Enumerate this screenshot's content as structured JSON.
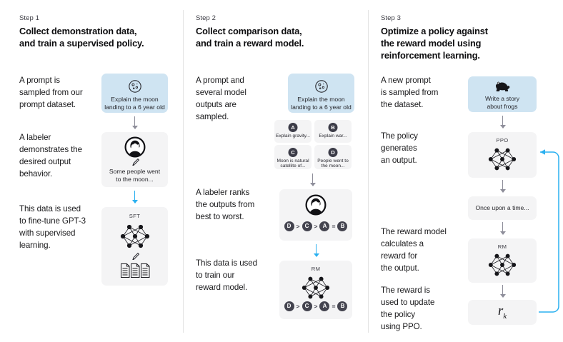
{
  "diagram": {
    "title": "RLHF three-step training diagram",
    "colors": {
      "prompt_card": "#cfe4f2",
      "neutral_card": "#f4f4f5",
      "gray_arrow": "#8e8e9a",
      "blue_arrow": "#2ab0f0",
      "divider": "#e3e3e3",
      "badge": "#3b3b47"
    }
  },
  "steps": [
    {
      "label": "Step 1",
      "title_line1": "Collect demonstration data,",
      "title_line2": "and train a supervised policy.",
      "paragraphs": [
        [
          "A prompt is",
          "sampled from our",
          "prompt dataset."
        ],
        [
          "A labeler",
          "demonstrates the",
          "desired output",
          "behavior."
        ],
        [
          "This data is used",
          "to fine-tune GPT-3",
          "with supervised",
          "learning."
        ]
      ],
      "cards": {
        "prompt": {
          "icon": "moon-icon",
          "caption_line1": "Explain the moon",
          "caption_line2": "landing to a 6 year old"
        },
        "demo": {
          "icon": "labeler-avatar-icon",
          "pencil": "pencil-icon",
          "caption_line1": "Some people went",
          "caption_line2": "to the moon..."
        },
        "sft": {
          "model_label": "SFT",
          "icon": "neural-network-icon",
          "pencil": "pencil-icon",
          "docs": "documents-icon"
        }
      }
    },
    {
      "label": "Step 2",
      "title_line1": "Collect comparison data,",
      "title_line2": "and train a reward model.",
      "paragraphs": [
        [
          "A prompt and",
          "several model",
          "outputs are",
          "sampled."
        ],
        [
          "A labeler ranks",
          "the outputs from",
          "best to worst."
        ],
        [
          "This data is used",
          "to train our",
          "reward model."
        ]
      ],
      "cards": {
        "prompt": {
          "icon": "moon-icon",
          "caption_line1": "Explain the moon",
          "caption_line2": "landing to a 6 year old"
        },
        "options": [
          {
            "badge": "A",
            "text_line1": "Explain gravity...",
            "text_line2": ""
          },
          {
            "badge": "B",
            "text_line1": "Explain war...",
            "text_line2": ""
          },
          {
            "badge": "C",
            "text_line1": "Moon is natural",
            "text_line2": "satellite of..."
          },
          {
            "badge": "D",
            "text_line1": "People went to",
            "text_line2": "the moon..."
          }
        ],
        "ranking": {
          "icon": "labeler-avatar-icon",
          "tokens": [
            "D",
            ">",
            "C",
            ">",
            "A",
            "=",
            "B"
          ]
        },
        "rm": {
          "model_label": "RM",
          "icon": "neural-network-icon",
          "tokens": [
            "D",
            ">",
            "C",
            ">",
            "A",
            "=",
            "B"
          ]
        }
      }
    },
    {
      "label": "Step 3",
      "title_line1": "Optimize a policy against",
      "title_line2": "the reward model using",
      "title_line3": "reinforcement learning.",
      "paragraphs": [
        [
          "A new prompt",
          "is sampled from",
          "the dataset."
        ],
        [
          "The policy",
          "generates",
          "an output."
        ],
        [
          "The reward model",
          "calculates a",
          "reward for",
          "the output."
        ],
        [
          "The reward is",
          "used to update",
          "the policy",
          "using PPO."
        ]
      ],
      "cards": {
        "prompt": {
          "icon": "frog-icon",
          "caption_line1": "Write a story",
          "caption_line2": "about frogs"
        },
        "ppo": {
          "model_label": "PPO",
          "icon": "neural-network-icon"
        },
        "output": {
          "text": "Once upon a time..."
        },
        "rm": {
          "model_label": "RM",
          "icon": "neural-network-icon"
        },
        "reward": {
          "symbol": "r",
          "subscript": "k"
        }
      }
    }
  ]
}
